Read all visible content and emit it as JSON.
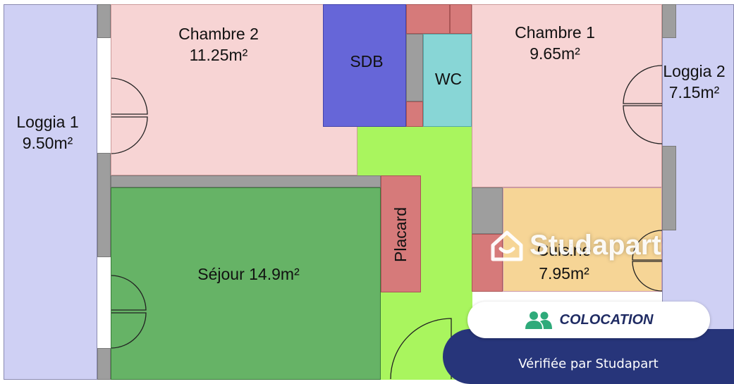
{
  "rooms": {
    "loggia1": {
      "name": "Loggia 1",
      "area": "9.50m²"
    },
    "chambre2": {
      "name": "Chambre 2",
      "area": "11.25m²"
    },
    "sdb": {
      "name": "SDB"
    },
    "wc": {
      "name": "WC"
    },
    "chambre1": {
      "name": "Chambre 1",
      "area": "9.65m²"
    },
    "loggia2": {
      "name": "Loggia 2",
      "area": "7.15m²"
    },
    "placard": {
      "name": "Placard"
    },
    "sejour": {
      "name": "Séjour 14.9m²"
    },
    "cuisine": {
      "name": "Cuisine",
      "area": "7.95m²"
    }
  },
  "colors": {
    "loggia": "#cfd0f4",
    "chambre": "#f7d4d4",
    "sdb": "#6666d8",
    "wc": "#88d6d6",
    "hall": "#a9f55e",
    "sejour": "#66b366",
    "placard": "#d67a7a",
    "cuisine": "#f6d596",
    "wall": "#9e9e9e",
    "badge_navy": "#27357a",
    "badge_green": "#2eaa7a"
  },
  "watermark": {
    "brand": "Studapart"
  },
  "badge": {
    "label": "COLOCATION",
    "icon": "people-icon"
  },
  "verification": {
    "label": "Vérifiée par Studapart"
  }
}
